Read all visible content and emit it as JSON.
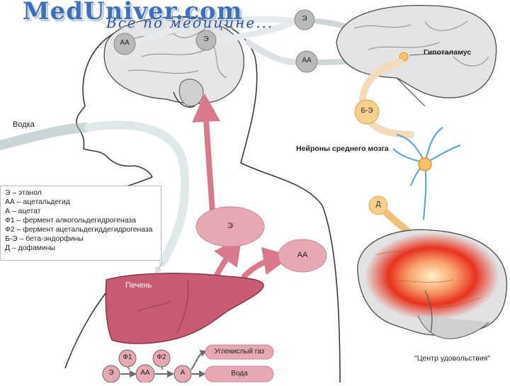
{
  "watermark": {
    "title": "MedUniver.com",
    "subtitle": "Все по медицине..."
  },
  "diagram": {
    "input_label": "Водка",
    "hypothalamus_label": "Гипоталамус",
    "midbrain_neurons_label": "Нейроны среднего мозга",
    "pleasure_center_label": "\"Центр удовольствия\"",
    "liver_label": "Печень",
    "nodes": {
      "ethanol_brain": "Э",
      "acetaldehyde_brain": "АА",
      "ethanol_top": "Э",
      "acetaldehyde_top": "АА",
      "beta_endorphin": "Б-Э",
      "dopamine": "Д",
      "ethanol_blood": "Э",
      "acetaldehyde_blood": "АА"
    },
    "pathway": {
      "enzyme1": "Ф1",
      "enzyme2": "Ф2",
      "ethanol": "Э",
      "acetaldehyde": "АА",
      "acetate": "А",
      "product_co2": "Углекислый газ",
      "product_water": "Вода"
    }
  },
  "legend": {
    "items": [
      "Э – этанол",
      "АА – ацетальдегид",
      "А – ацетат",
      "Ф1 – фермент алкогольдегидрогеназа",
      "Ф2 – фермент ацетальдегиддегидрогеназа",
      "Б-Э – бета-эндорфины",
      "Д – дофамины"
    ]
  },
  "colors": {
    "node_fill": "#e6a9b3",
    "node_fill_small": "#b9b9b9",
    "endorphin_fill": "#f6d08a",
    "liver_fill": "#c85a73",
    "arrow_pink": "#d97a8c",
    "arrow_ghost": "#e8eef0",
    "pleasure_glow": "#e8321e"
  }
}
